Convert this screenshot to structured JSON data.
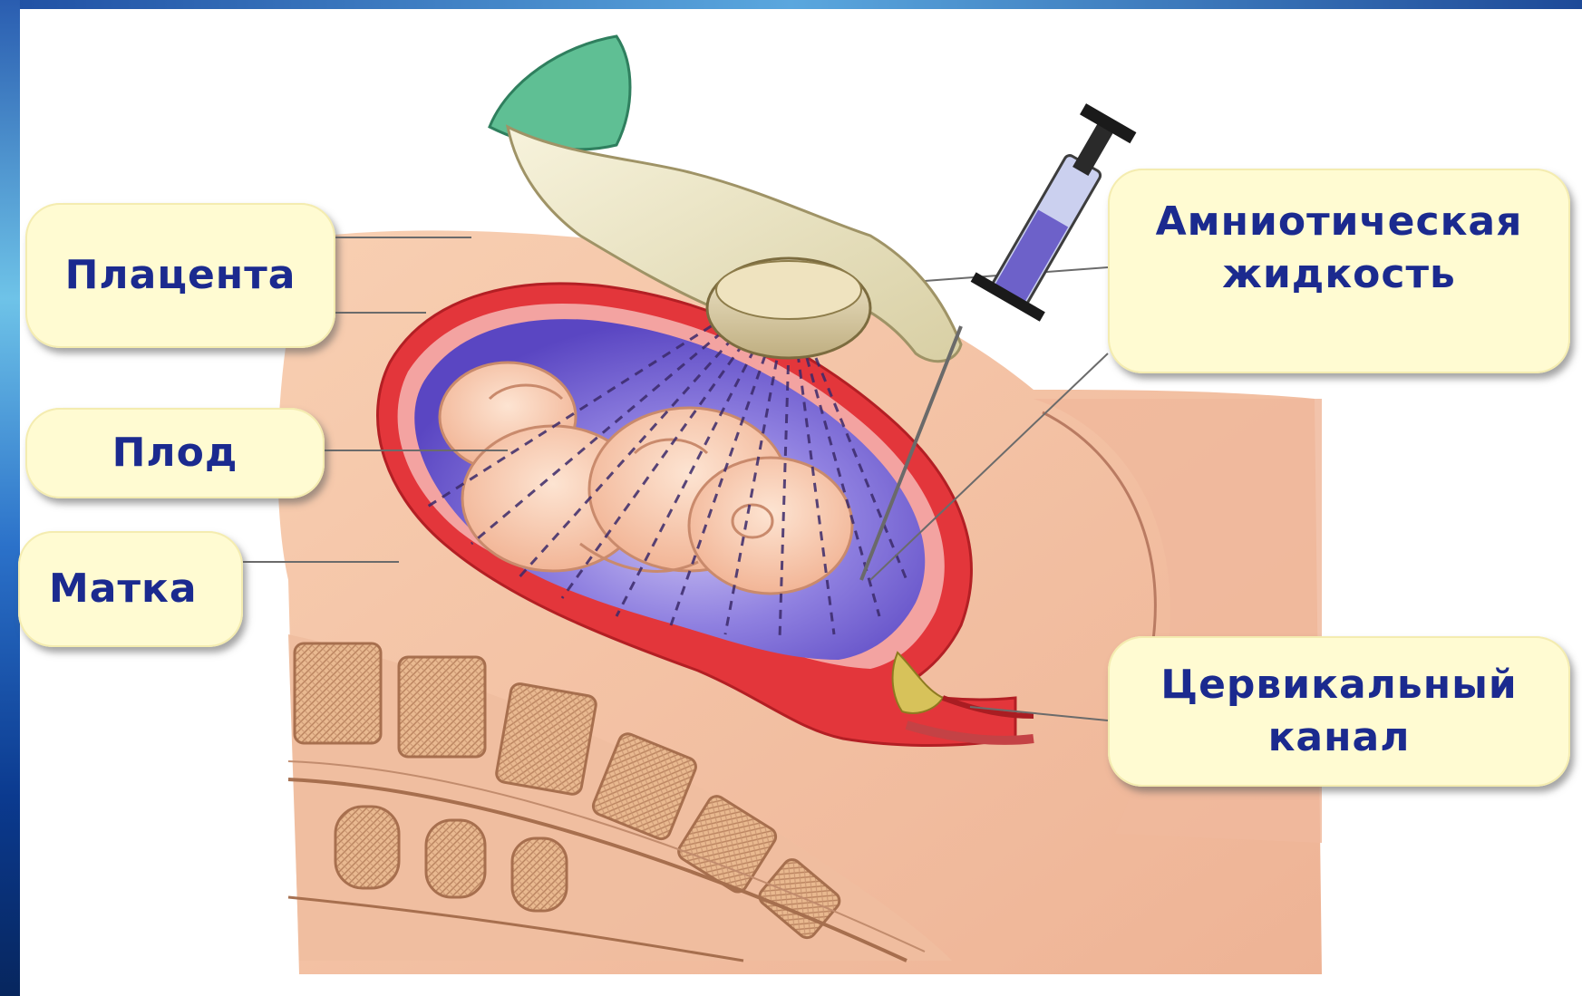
{
  "labels": {
    "placenta": "Плацента",
    "fetus": "Плод",
    "uterus": "Матка",
    "amniotic_fluid_line1": "Амниотическая",
    "amniotic_fluid_line2": "жидкость",
    "cervical_canal_line1": "Цервикальный",
    "cervical_canal_line2": "канал"
  },
  "colors": {
    "label_fill": "#fffbd2",
    "label_text": "#1b2a8f",
    "skin": "#f6c7a6",
    "uterine_wall": "#e3363b",
    "amniotic_fluid": "#7f6fd8",
    "glove": "#efe9c6",
    "cuff": "#5fbf94"
  }
}
